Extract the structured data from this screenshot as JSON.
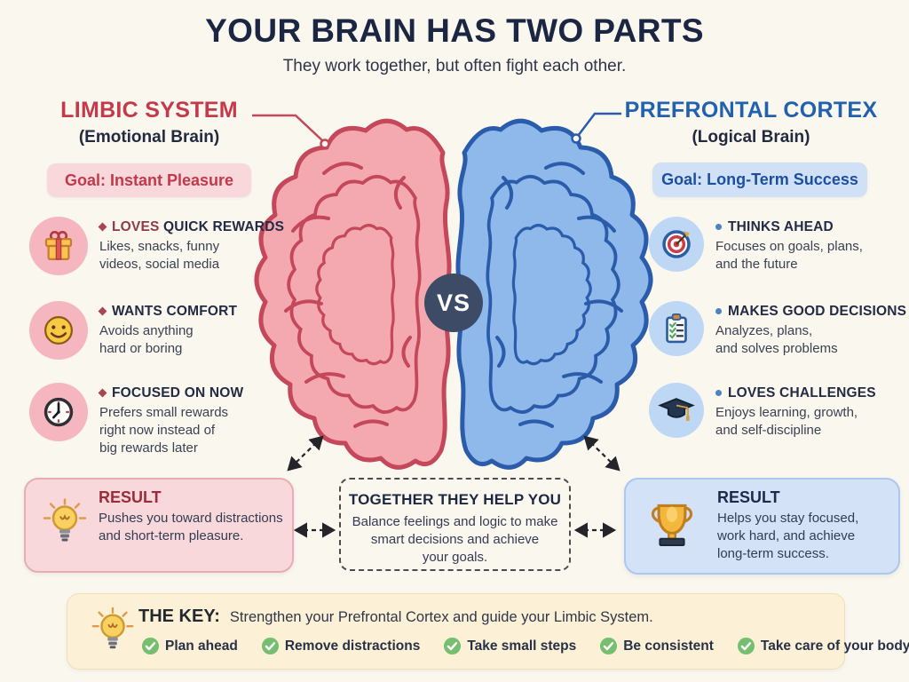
{
  "header": {
    "title": "YOUR BRAIN HAS TWO PARTS",
    "subtitle": "They work together, but often fight each other."
  },
  "vs": {
    "label": "VS"
  },
  "left": {
    "title": "LIMBIC SYSTEM",
    "subtitle": "(Emotional Brain)",
    "goal": "Goal: Instant Pleasure",
    "items": [
      {
        "icon": "gift-icon",
        "heading_accent": "LOVES",
        "heading_rest": " QUICK REWARDS",
        "desc": "Likes, snacks, funny\nvideos, social media"
      },
      {
        "icon": "smiley-icon",
        "heading_accent": "",
        "heading_rest": "WANTS COMFORT",
        "desc": "Avoids anything\nhard or boring"
      },
      {
        "icon": "clock-icon",
        "heading_accent": "",
        "heading_rest": "FOCUSED ON NOW",
        "desc": "Prefers small rewards\nright now instead of\nbig rewards later"
      }
    ],
    "result": {
      "label": "RESULT",
      "desc": "Pushes you toward distractions\nand short-term pleasure."
    }
  },
  "right": {
    "title": "PREFRONTAL CORTEX",
    "subtitle": "(Logical Brain)",
    "goal": "Goal: Long-Term Success",
    "items": [
      {
        "icon": "target-icon",
        "heading_accent": "",
        "heading_rest": "THINKS AHEAD",
        "desc": "Focuses on goals, plans,\nand the future"
      },
      {
        "icon": "clipboard-icon",
        "heading_accent": "",
        "heading_rest": "MAKES GOOD DECISIONS",
        "desc": "Analyzes, plans,\nand solves problems"
      },
      {
        "icon": "graduation-cap-icon",
        "heading_accent": "",
        "heading_rest": "LOVES CHALLENGES",
        "desc": "Enjoys learning, growth,\nand self-discipline"
      }
    ],
    "result": {
      "label": "RESULT",
      "desc": "Helps you stay focused,\nwork hard, and achieve\nlong-term success."
    }
  },
  "center": {
    "title": "TOGETHER THEY HELP YOU",
    "desc": "Balance feelings and logic to make\nsmart decisions and achieve\nyour goals."
  },
  "key": {
    "label": "THE KEY:",
    "desc": "Strengthen your Prefrontal Cortex and guide your Limbic System.",
    "items": [
      "Plan ahead",
      "Remove distractions",
      "Take small steps",
      "Be consistent",
      "Take care of your body"
    ]
  },
  "colors": {
    "background": "#faf7ef",
    "title_navy": "#1b2642",
    "limbic_red": "#c43a4b",
    "cortex_blue": "#2161ae",
    "brain_left_fill": "#f4a9b1",
    "brain_left_stroke": "#c4475a",
    "brain_right_fill": "#8fb9ea",
    "brain_right_stroke": "#2b5cab",
    "vs_badge": "#3d4b66",
    "result_left_bg": "#f8d8db",
    "result_right_bg": "#d3e2f7",
    "key_bg": "#fcf1d7",
    "check_green": "#77bf70"
  }
}
